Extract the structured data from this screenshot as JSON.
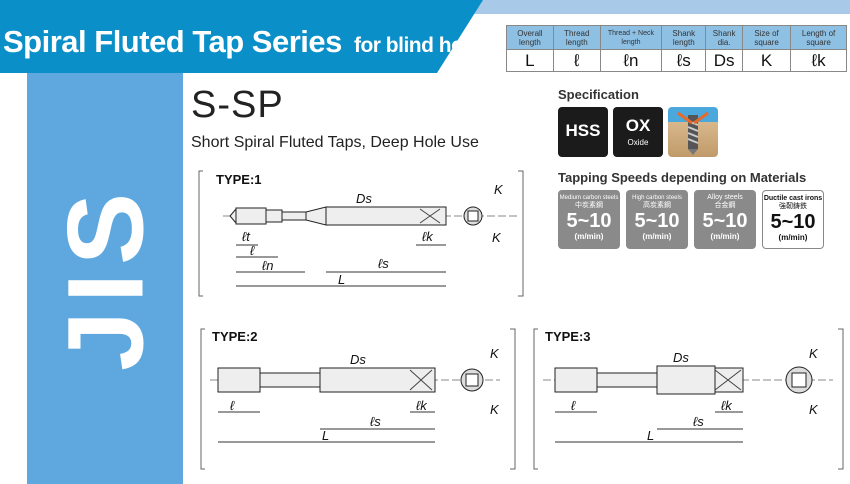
{
  "header": {
    "title": "Spiral Fluted Tap Series",
    "subtitle": "for blind hole"
  },
  "sidebar": {
    "standard": "JIS"
  },
  "dimension_table": {
    "headers": [
      "Overall length",
      "Thread length",
      "Thread + Neck length",
      "Shank length",
      "Shank dia.",
      "Size of square",
      "Length of square"
    ],
    "symbols": [
      "L",
      "ℓ",
      "ℓn",
      "ℓs",
      "Ds",
      "K",
      "ℓk"
    ]
  },
  "product": {
    "model": "S-SP",
    "description": "Short Spiral Fluted Taps, Deep Hole Use"
  },
  "specification": {
    "title": "Specification",
    "badges": [
      {
        "label": "HSS"
      },
      {
        "label": "OX",
        "sub": "Oxide"
      }
    ],
    "coating_icon": "spiral-chip-evacuation-icon"
  },
  "speeds": {
    "title": "Tapping Speeds depending on Materials",
    "items": [
      {
        "material": "Medium carbon steels",
        "material_jp": "中炭素鋼",
        "value": "5~10",
        "unit": "(m/min)"
      },
      {
        "material": "High carbon steels",
        "material_jp": "高炭素鋼",
        "value": "5~10",
        "unit": "(m/min)"
      },
      {
        "material": "Alloy steels",
        "material_jp": "合金鋼",
        "value": "5~10",
        "unit": "(m/min)"
      },
      {
        "material": "Ductile cast irons",
        "material_jp": "強靭鋳鉄",
        "value": "5~10",
        "unit": "(m/min)"
      }
    ]
  },
  "diagrams": {
    "type1": {
      "label": "TYPE:1",
      "dims": {
        "Ds": "Ds",
        "K": "K",
        "lt": "ℓt",
        "l": "ℓ",
        "ln": "ℓn",
        "ls": "ℓs",
        "lk": "ℓk",
        "L": "L"
      }
    },
    "type2": {
      "label": "TYPE:2",
      "dims": {
        "Ds": "Ds",
        "K": "K",
        "l": "ℓ",
        "ls": "ℓs",
        "lk": "ℓk",
        "L": "L"
      }
    },
    "type3": {
      "label": "TYPE:3",
      "dims": {
        "Ds": "Ds",
        "K": "K",
        "l": "ℓ",
        "ls": "ℓs",
        "lk": "ℓk",
        "L": "L"
      }
    }
  },
  "colors": {
    "banner": "#0a8fc8",
    "sidebar": "#5fa8df",
    "table_header": "#8ec0e4"
  }
}
